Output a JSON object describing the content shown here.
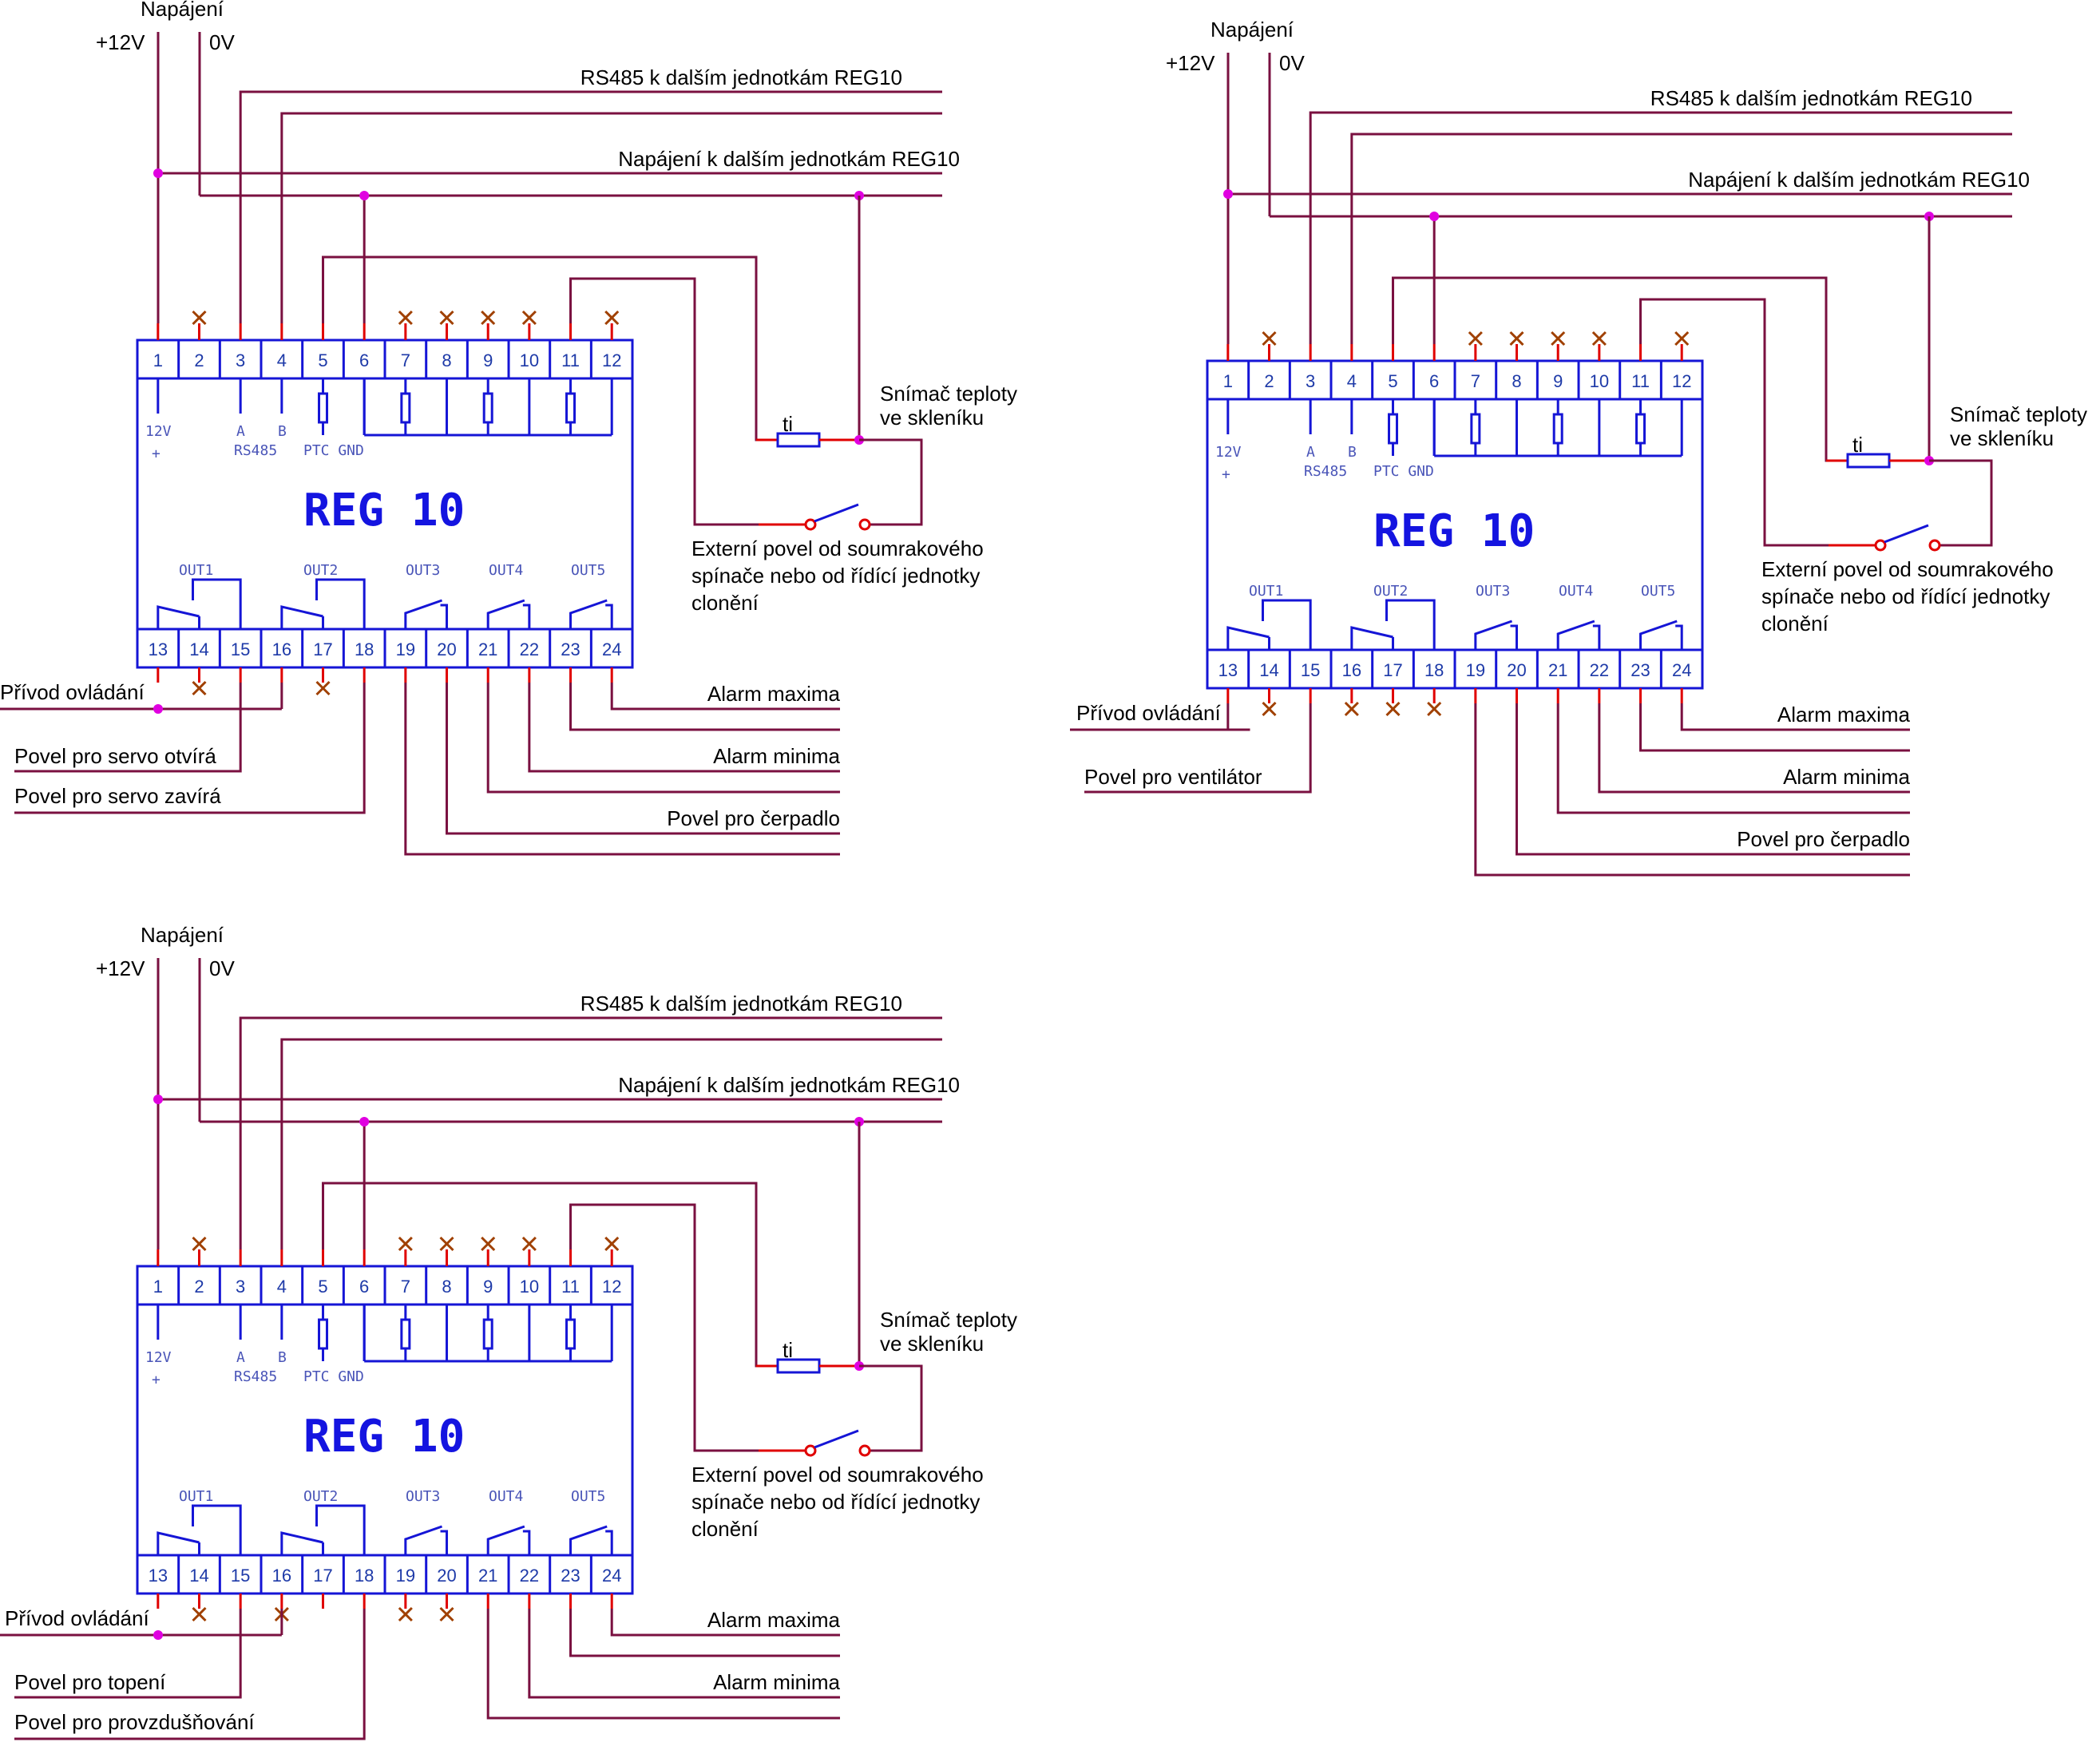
{
  "diagrams": [
    {
      "id": "servo",
      "supply_title": "Napájení",
      "plus_label": "+12V",
      "zero_label": "0V",
      "rs485_label": "RS485 k dalším jednotkám REG10",
      "power_next_label": "Napájení k dalším jednotkám REG10",
      "sensor_label_line1": "Snímač teploty",
      "sensor_label_line2": "ve skleníku",
      "ti_label": "ti",
      "external_line1": "Externí povel od soumrakového",
      "external_line2": "spínače nebo od řídící jednotky",
      "external_line3": "clonění",
      "device_title": "REG 10",
      "top_terminals": [
        "1",
        "2",
        "3",
        "4",
        "5",
        "6",
        "7",
        "8",
        "9",
        "10",
        "11",
        "12"
      ],
      "bottom_terminals": [
        "13",
        "14",
        "15",
        "16",
        "17",
        "18",
        "19",
        "20",
        "21",
        "22",
        "23",
        "24"
      ],
      "small_labels": {
        "v12": "12V",
        "plus": "+",
        "a": "A",
        "b": "B",
        "rs485": "RS485",
        "ptc": "PTC GND"
      },
      "outputs": [
        "OUT1",
        "OUT2",
        "OUT3",
        "OUT4",
        "OUT5"
      ],
      "left_labels": [
        "Přívod ovládání",
        "Povel pro servo otvírá",
        "Povel pro servo zavírá"
      ],
      "right_labels": [
        "Alarm maxima",
        "Alarm minima",
        "Povel pro čerpadlo"
      ]
    },
    {
      "id": "fan",
      "supply_title": "Napájení",
      "plus_label": "+12V",
      "zero_label": "0V",
      "rs485_label": "RS485 k dalším jednotkám REG10",
      "power_next_label": "Napájení k dalším jednotkám REG10",
      "sensor_label_line1": "Snímač teploty",
      "sensor_label_line2": "ve skleníku",
      "ti_label": "ti",
      "external_line1": "Externí povel od soumrakového",
      "external_line2": "spínače nebo od řídící jednotky",
      "external_line3": "clonění",
      "device_title": "REG 10",
      "top_terminals": [
        "1",
        "2",
        "3",
        "4",
        "5",
        "6",
        "7",
        "8",
        "9",
        "10",
        "11",
        "12"
      ],
      "bottom_terminals": [
        "13",
        "14",
        "15",
        "16",
        "17",
        "18",
        "19",
        "20",
        "21",
        "22",
        "23",
        "24"
      ],
      "small_labels": {
        "v12": "12V",
        "plus": "+",
        "a": "A",
        "b": "B",
        "rs485": "RS485",
        "ptc": "PTC GND"
      },
      "outputs": [
        "OUT1",
        "OUT2",
        "OUT3",
        "OUT4",
        "OUT5"
      ],
      "left_labels": [
        "Přívod ovládání",
        "Povel pro ventilátor"
      ],
      "right_labels": [
        "Alarm maxima",
        "Alarm minima",
        "Povel pro čerpadlo"
      ]
    },
    {
      "id": "heating",
      "supply_title": "Napájení",
      "plus_label": "+12V",
      "zero_label": "0V",
      "rs485_label": "RS485 k dalším jednotkám REG10",
      "power_next_label": "Napájení k dalším jednotkám REG10",
      "sensor_label_line1": "Snímač teploty",
      "sensor_label_line2": "ve skleníku",
      "ti_label": "ti",
      "external_line1": "Externí povel od soumrakového",
      "external_line2": "spínače nebo od řídící jednotky",
      "external_line3": "clonění",
      "device_title": "REG 10",
      "top_terminals": [
        "1",
        "2",
        "3",
        "4",
        "5",
        "6",
        "7",
        "8",
        "9",
        "10",
        "11",
        "12"
      ],
      "bottom_terminals": [
        "13",
        "14",
        "15",
        "16",
        "17",
        "18",
        "19",
        "20",
        "21",
        "22",
        "23",
        "24"
      ],
      "small_labels": {
        "v12": "12V",
        "plus": "+",
        "a": "A",
        "b": "B",
        "rs485": "RS485",
        "ptc": "PTC GND"
      },
      "outputs": [
        "OUT1",
        "OUT2",
        "OUT3",
        "OUT4",
        "OUT5"
      ],
      "left_labels": [
        "Přívod ovládání",
        "Povel pro topení",
        "Povel pro provzdušňování"
      ],
      "right_labels": [
        "Alarm maxima",
        "Alarm minima"
      ]
    }
  ],
  "colors": {
    "wire": "#7a1040",
    "lead": "#e00000",
    "device": "#1515d6",
    "junction": "#e000e0",
    "unused": "#a04000"
  }
}
